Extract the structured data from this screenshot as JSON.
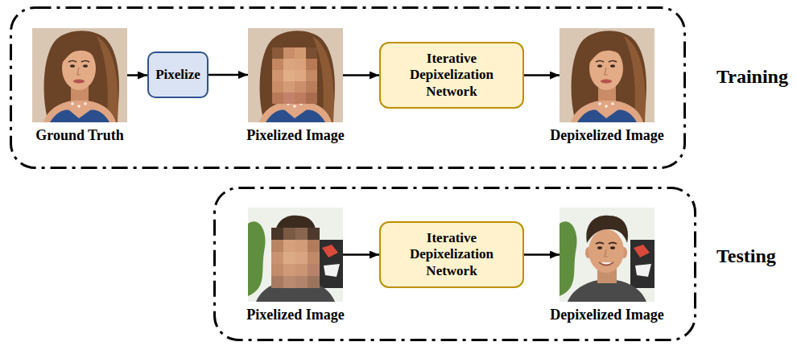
{
  "diagram": {
    "nodes": [
      {
        "text": [
          "Training"
        ]
      },
      {
        "text": [
          "Ground Truth"
        ],
        "in": 0
      },
      {
        "text": [
          "Pixelize"
        ],
        "in": 0
      },
      {
        "text": [
          "Pixelized Image"
        ],
        "in": 0
      },
      {
        "text": [
          "Iterative Depixelization Network"
        ],
        "in": 0
      },
      {
        "text": [
          "Depixelized Image"
        ],
        "in": 0
      },
      {
        "text": [
          "Testing"
        ]
      },
      {
        "text": [
          "Pixelized Image"
        ],
        "in": 6
      },
      {
        "text": [
          "Iterative Depixelization Network"
        ],
        "in": 6
      },
      {
        "text": [
          "Depixelized Image"
        ],
        "in": 6
      }
    ],
    "edges": [
      {
        "from": 1,
        "to": 2,
        "arrow": "to"
      },
      {
        "from": 2,
        "to": 3,
        "arrow": "to"
      },
      {
        "from": 3,
        "to": 4,
        "arrow": "to"
      },
      {
        "from": 4,
        "to": 5,
        "arrow": "to"
      },
      {
        "from": 7,
        "to": 8,
        "arrow": "to"
      },
      {
        "from": 8,
        "to": 9,
        "arrow": "to"
      }
    ]
  }
}
